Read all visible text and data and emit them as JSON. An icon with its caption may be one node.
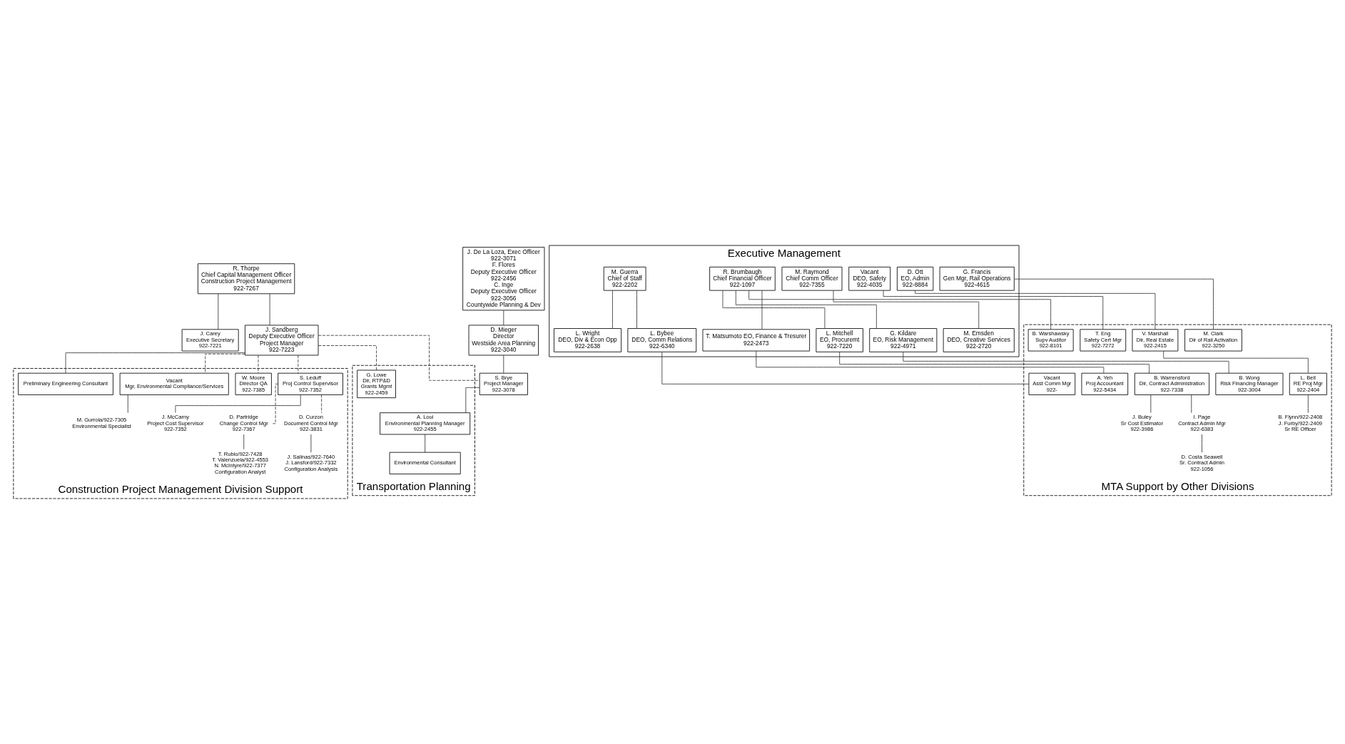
{
  "diagram": {
    "nodes": [
      {
        "text": [
          "R. Thorpe",
          "Chief Capital Management Officer",
          "Construction Project Management",
          "922-7267"
        ]
      },
      {
        "text": [
          "J. Carey",
          "Executive Secretary",
          "922-7221"
        ]
      },
      {
        "text": [
          "J. Sandberg",
          "Deputy Executive Officer",
          "Project Manager",
          "922-7223"
        ]
      },
      {
        "text": [
          "J. De La Loza, Exec Officer",
          "922-3071",
          "F. Flores",
          "Deputy Executive Officer",
          "922-2456",
          "C. Inge",
          "Deputy Executive Officer",
          "922-3056",
          "Countywide Planning & Dev"
        ]
      },
      {
        "text": [
          "D. Mieger",
          "Director",
          "Westside Area Planning",
          "922-3040"
        ]
      },
      {
        "text": [
          "S. Brye",
          "Project Manager",
          "922-3078"
        ]
      },
      {
        "text": [
          "Executive Management"
        ]
      },
      {
        "text": [
          "G. Francis",
          "Gen Mgr, Rail Operations",
          "922-4615"
        ],
        "in": 6
      },
      {
        "text": [
          "M. Raymond",
          "Chief Comm Officer",
          "922-7355"
        ],
        "in": 6
      },
      {
        "text": [
          "M. Guerra",
          "Chief of Staff",
          "922-2202"
        ],
        "in": 6
      },
      {
        "text": [
          "R. Brumbaugh",
          "Chief Financial Officer",
          "922-1097"
        ],
        "in": 6
      },
      {
        "text": [
          "D. Ott",
          "EO, Admin",
          "922-8884"
        ],
        "in": 6
      },
      {
        "text": [
          "T. Matsumoto EO, Finance & Tresurer",
          "922-2473"
        ],
        "in": 6
      },
      {
        "text": [
          "L. Mitchell",
          "EO, Procuremt",
          "922-7220"
        ],
        "in": 6
      },
      {
        "text": [
          "G. Kildare",
          "EO, Risk Management",
          "922-4971"
        ],
        "in": 6
      },
      {
        "text": [
          "Vacant",
          "DEO, Safety",
          "922-4035"
        ],
        "in": 6
      },
      {
        "text": [
          "M. Emsden",
          "DEO, Creative Services",
          "922-2720"
        ],
        "in": 6
      },
      {
        "text": [
          "L. Wright",
          "DEO, Div & Econ Opp",
          "922-2638"
        ],
        "in": 6
      },
      {
        "text": [
          "L. Bybee",
          "DEO, Comm Relations",
          "922-6340"
        ],
        "in": 6
      },
      {
        "text": [
          "Construction Project Management Division Support"
        ]
      },
      {
        "text": [
          "Transportation Planning"
        ]
      },
      {
        "text": [
          "MTA Support by Other Divisions"
        ]
      },
      {
        "text": [
          "Vacant",
          "Mgr, Environmental Compliance/Services"
        ],
        "in": 19
      },
      {
        "text": [
          "Preliminary Engineering Consultant"
        ],
        "in": 19
      },
      {
        "text": [
          "S. Leduff",
          "Proj Control Supervisor",
          "922-7352"
        ],
        "in": 19
      },
      {
        "text": [
          "W. Moore",
          "Director QA",
          "922-7385"
        ],
        "in": 19
      },
      {
        "text": [
          "M. Gurrola/922-7305",
          "Environmental Specialist"
        ],
        "in": 19
      },
      {
        "text": [
          "J. McCarny",
          "Project Cost Supervisor",
          "922-7352"
        ],
        "in": 19
      },
      {
        "text": [
          "D. Partridge",
          "Change Control Mgr",
          "922-7367"
        ],
        "in": 19
      },
      {
        "text": [
          "T. Rubio/922-7428",
          "T. Valenzuela/922-4553",
          "N. McIntyre/922-7377",
          "Configuration Analyst"
        ],
        "in": 19
      },
      {
        "text": [
          "D. Curzon",
          "Document Control Mgr",
          "922-3831"
        ],
        "in": 19
      },
      {
        "text": [
          "J. Salinas/922-7640",
          "J. Lansford/922-7332",
          "Configuration Analysis"
        ],
        "in": 19
      },
      {
        "text": [
          "G. Lowe",
          "Dir, RTP&D",
          "Grants Mgmt",
          "922-2459"
        ],
        "in": 20
      },
      {
        "text": [
          "A. Loui",
          "Environmental Planning Manager",
          "922-2455"
        ],
        "in": 20
      },
      {
        "text": [
          "Environmental Consultant"
        ],
        "in": 20
      },
      {
        "text": [
          "M. Clark",
          "Dir of Rail Activation",
          "922-3250"
        ],
        "in": 21
      },
      {
        "text": [
          "T. Eng",
          "Safety Cert Mgr",
          "922-7272"
        ],
        "in": 21
      },
      {
        "text": [
          "V. Marshall",
          "Dir, Real Estate",
          "922-2415"
        ],
        "in": 21
      },
      {
        "text": [
          "L. Bell",
          "RE Proj Mgr",
          "922-2404"
        ],
        "in": 21
      },
      {
        "text": [
          "B. Flynn/922-2408",
          "J. Furby/922-2409",
          "Sr RE Officer"
        ],
        "in": 21
      },
      {
        "text": [
          "Vacant",
          "Asst Comm Mgr",
          "922-"
        ],
        "in": 21
      },
      {
        "text": [
          "A. Yeh",
          "Proj Accountant",
          "922-5434"
        ],
        "in": 21
      },
      {
        "text": [
          "B. Warrensford",
          "Dir, Contract Administration",
          "922-7338"
        ],
        "in": 21
      },
      {
        "text": [
          "B. Wong",
          "Risk Financing Manager",
          "922-3004"
        ],
        "in": 21
      },
      {
        "text": [
          "B. Warshawsky",
          "Supv Auditor",
          "922-8101"
        ],
        "in": 21
      },
      {
        "text": [
          "I. Page",
          "Contract Admin Mgr",
          "922-6383"
        ],
        "in": 21
      },
      {
        "text": [
          "D. Costa Seawell",
          "Sr. Contract Admin",
          "922-1056"
        ],
        "in": 21
      },
      {
        "text": [
          "J. Buley",
          "Sr Cost Estimator",
          "922-3986"
        ],
        "in": 21
      }
    ],
    "edges": [
      {
        "from": 0,
        "to": 1,
        "arrow": "none"
      },
      {
        "from": 0,
        "to": 2,
        "arrow": "none"
      },
      {
        "from": 2,
        "to": 5,
        "arrow": "none",
        "style": "dashed"
      },
      {
        "from": 3,
        "to": 4,
        "arrow": "none"
      },
      {
        "from": 4,
        "to": 5,
        "arrow": "none"
      },
      {
        "from": 8,
        "to": 16,
        "arrow": "none"
      },
      {
        "from": 9,
        "to": 17,
        "arrow": "none"
      },
      {
        "from": 9,
        "to": 18,
        "arrow": "none"
      },
      {
        "from": 10,
        "to": 12,
        "arrow": "none"
      },
      {
        "from": 10,
        "to": 13,
        "arrow": "none"
      },
      {
        "from": 10,
        "to": 14,
        "arrow": "none"
      },
      {
        "from": 2,
        "to": 22,
        "arrow": "none",
        "style": "dashed"
      },
      {
        "from": 2,
        "to": 23,
        "arrow": "none"
      },
      {
        "from": 2,
        "to": 24,
        "arrow": "none",
        "style": "dashed"
      },
      {
        "from": 2,
        "to": 25,
        "arrow": "none",
        "style": "dashed"
      },
      {
        "from": 2,
        "to": 32,
        "arrow": "none",
        "style": "dashed"
      },
      {
        "from": 22,
        "to": 26,
        "arrow": "none"
      },
      {
        "from": 24,
        "to": 27,
        "arrow": "none"
      },
      {
        "from": 24,
        "to": 28,
        "arrow": "none",
        "style": "dashed"
      },
      {
        "from": 28,
        "to": 29,
        "arrow": "none"
      },
      {
        "from": 24,
        "to": 30,
        "arrow": "none",
        "style": "dashed"
      },
      {
        "from": 30,
        "to": 31,
        "arrow": "none"
      },
      {
        "from": 5,
        "to": 33,
        "arrow": "none"
      },
      {
        "from": 33,
        "to": 34,
        "arrow": "none"
      },
      {
        "from": 7,
        "to": 35,
        "arrow": "none"
      },
      {
        "from": 15,
        "to": 36,
        "arrow": "none"
      },
      {
        "from": 11,
        "to": 37,
        "arrow": "none"
      },
      {
        "from": 37,
        "to": 38,
        "arrow": "none"
      },
      {
        "from": 38,
        "to": 39,
        "arrow": "none"
      },
      {
        "from": 18,
        "to": 40,
        "arrow": "none"
      },
      {
        "from": 12,
        "to": 41,
        "arrow": "none"
      },
      {
        "from": 13,
        "to": 42,
        "arrow": "none"
      },
      {
        "from": 14,
        "to": 43,
        "arrow": "none"
      },
      {
        "from": 10,
        "to": 44,
        "arrow": "none"
      },
      {
        "from": 42,
        "to": 45,
        "arrow": "none"
      },
      {
        "from": 45,
        "to": 46,
        "arrow": "none"
      },
      {
        "from": 42,
        "to": 47,
        "arrow": "none"
      }
    ]
  }
}
